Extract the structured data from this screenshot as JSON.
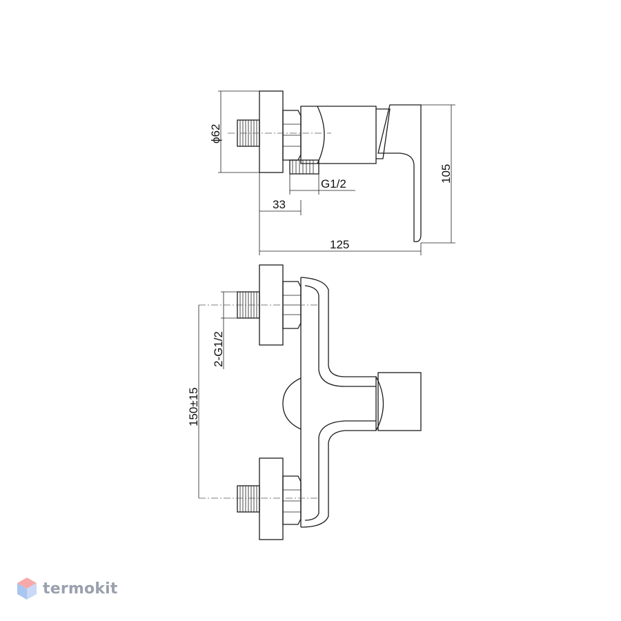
{
  "dimensions": {
    "diameter": "ϕ62",
    "thread_top": "G1/2",
    "depth_33": "33",
    "length_125": "125",
    "height_105": "105",
    "thread_front": "2-G1/2",
    "spacing": "150±15"
  },
  "watermark": {
    "brand": "termokit",
    "colors": {
      "logo_top": "#f7a9a9",
      "logo_left": "#a8c6f0",
      "logo_right": "#c9d9f5",
      "text": "#9aa0ad"
    }
  }
}
